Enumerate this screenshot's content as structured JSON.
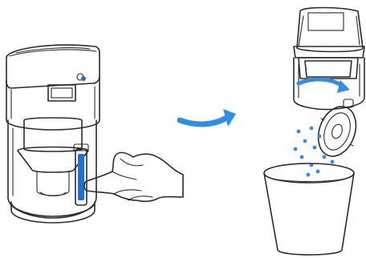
{
  "figure": {
    "step1": {
      "subject": "vacuum-dustbin",
      "action": "press-release-button"
    },
    "transition": {
      "arrow_color": "#2f8ee6"
    },
    "step2": {
      "subject": "dustbin-lid-open",
      "action": "empty-dust-into-bin"
    }
  },
  "colors": {
    "accent_blue": "#2f8ee6",
    "button_blue": "#1f6fd6",
    "line": "#2b2b2b",
    "body_gray": "#e9e9e9",
    "filter_dark": "#3a3a3a"
  }
}
